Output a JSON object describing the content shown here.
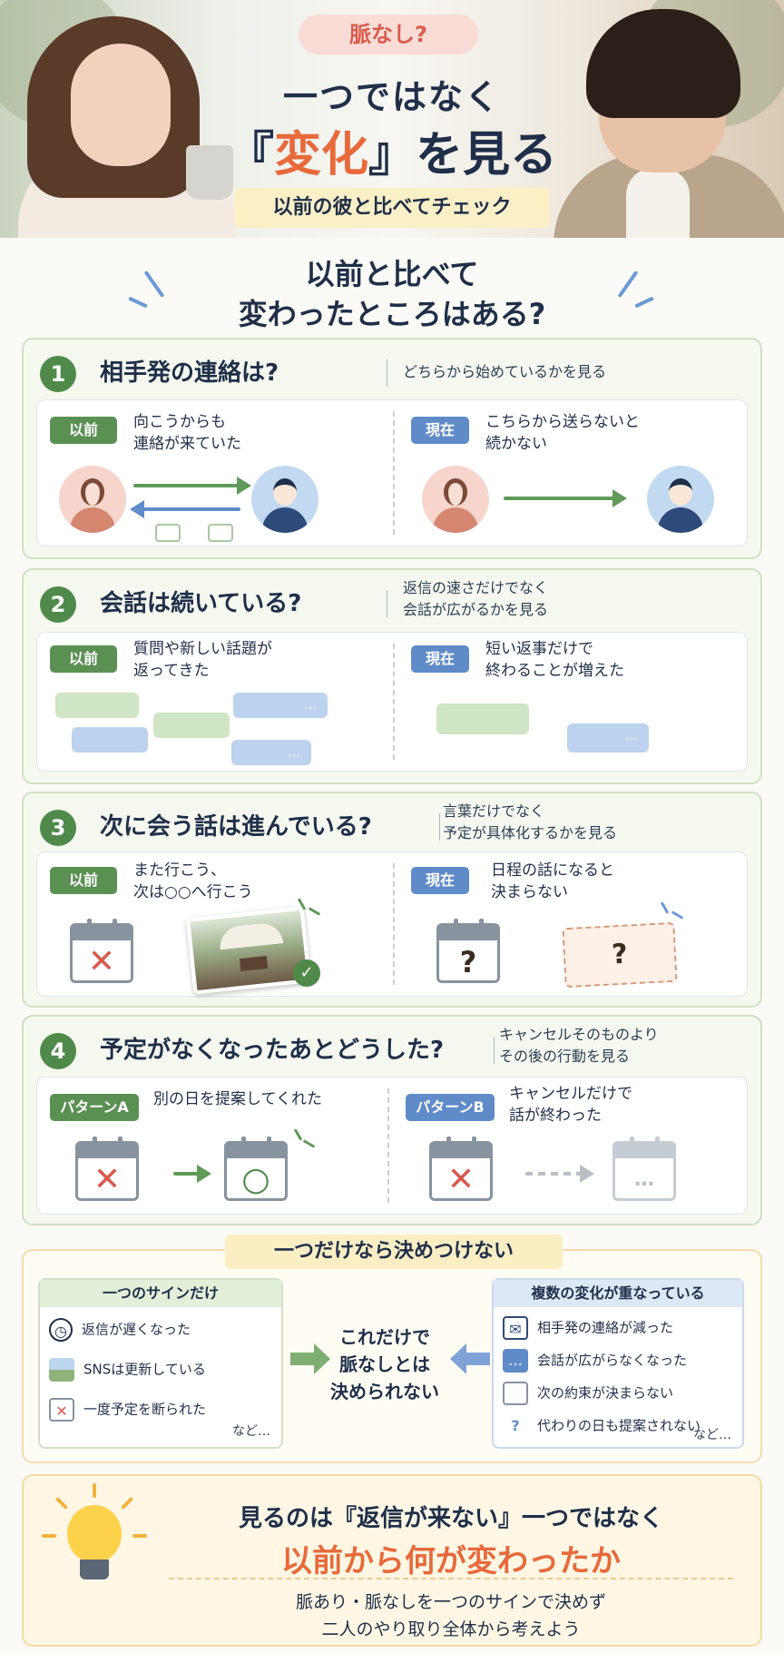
{
  "hero": {
    "tag": "脈なし?",
    "line1": "一つではなく",
    "line2_pre": "『",
    "line2_accent": "変化",
    "line2_post": "』を見る",
    "sub": "以前の彼と比べてチェック"
  },
  "question": {
    "line1": "以前と比べて",
    "line2": "変わったところはある?"
  },
  "sections": [
    {
      "num": "1",
      "title": "相手発の連絡は?",
      "note_line1": "どちらから始めているかを見る",
      "note_line2": "",
      "left_label": "以前",
      "left_desc_1": "向こうからも",
      "left_desc_2": "連絡が来ていた",
      "right_label": "現在",
      "right_desc_1": "こちらから送らないと",
      "right_desc_2": "続かない"
    },
    {
      "num": "2",
      "title": "会話は続いている?",
      "note_line1": "返信の速さだけでなく",
      "note_line2": "会話が広がるかを見る",
      "left_label": "以前",
      "left_desc_1": "質問や新しい話題が",
      "left_desc_2": "返ってきた",
      "right_label": "現在",
      "right_desc_1": "短い返事だけで",
      "right_desc_2": "終わることが増えた"
    },
    {
      "num": "3",
      "title": "次に会う話は進んでいる?",
      "note_line1": "言葉だけでなく",
      "note_line2": "予定が具体化するかを見る",
      "left_label": "以前",
      "left_desc_1": "また行こう、",
      "left_desc_2": "次は○○へ行こう",
      "right_label": "現在",
      "right_desc_1": "日程の話になると",
      "right_desc_2": "決まらない"
    },
    {
      "num": "4",
      "title": "予定がなくなったあとどうした?",
      "note_line1": "キャンセルそのものより",
      "note_line2": "その後の行動を見る",
      "left_label": "パターンA",
      "left_desc_1": "別の日を提案してくれた",
      "left_desc_2": "",
      "right_label": "パターンB",
      "right_desc_1": "キャンセルだけで",
      "right_desc_2": "話が終わった"
    }
  ],
  "bubble_ellipsis": "…",
  "cal_marks": {
    "x": "✕",
    "q": "?",
    "o": "○",
    "dots": "…"
  },
  "summary": {
    "title": "一つだけなら決めつけない",
    "left_head": "一つのサインだけ",
    "left_items": [
      "返信が遅くなった",
      "SNSは更新している",
      "一度予定を断られた"
    ],
    "left_etc": "など…",
    "center_1": "これだけで",
    "center_2": "脈なしとは",
    "center_3": "決められない",
    "right_head": "複数の変化が重なっている",
    "right_items": [
      "相手発の連絡が減った",
      "会話が広がらなくなった",
      "次の約束が決まらない",
      "代わりの日も提案されない"
    ],
    "right_etc": "など…"
  },
  "footer": {
    "line1": "見るのは『返信が来ない』一つではなく",
    "line2": "以前から何が変わったか",
    "line3": "脈あり・脈なしを一つのサインで決めず",
    "line4": "二人のやり取り全体から考えよう"
  },
  "colors": {
    "accent_orange": "#e8693a",
    "green": "#5a9153",
    "blue": "#5f8bc9",
    "navy": "#1f2f4a"
  }
}
